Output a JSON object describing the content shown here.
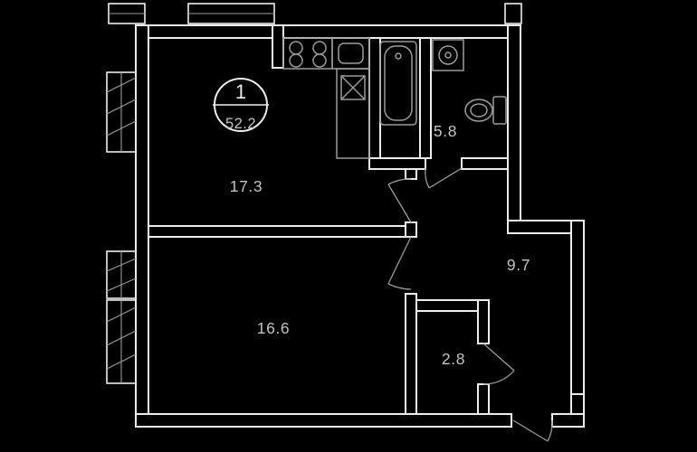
{
  "colors": {
    "background": "#000000",
    "line": "#ededed",
    "dim": "#9b9b9b",
    "label": "#c2c2c2"
  },
  "badge": {
    "apartment_number": "1",
    "total_area": "52.2"
  },
  "rooms": [
    {
      "id": "living-kitchen",
      "area": "17.3"
    },
    {
      "id": "bathroom",
      "area": "5.8"
    },
    {
      "id": "hallway",
      "area": "9.7"
    },
    {
      "id": "bedroom",
      "area": "16.6"
    },
    {
      "id": "storage",
      "area": "2.8"
    }
  ],
  "icons": [
    "stove-icon",
    "sink-icon",
    "bathtub-icon",
    "washing-machine-icon",
    "toilet-icon",
    "window-symbol",
    "door-arc"
  ]
}
